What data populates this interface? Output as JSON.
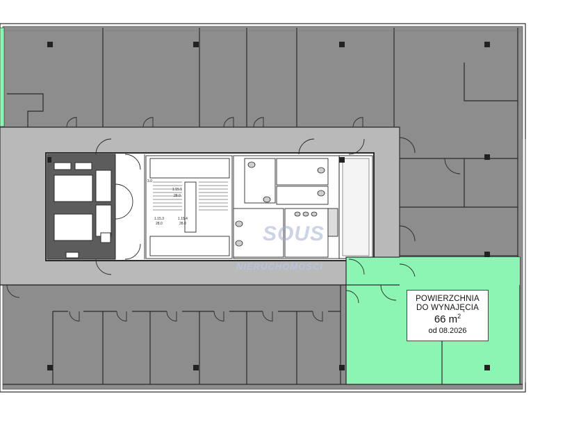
{
  "colors": {
    "office_fill": "#8d8d8d",
    "corridor_fill": "#b9b9b9",
    "available_fill": "#8cf5b3",
    "wall": "#2a2a2a",
    "core_fill": "#ffffff",
    "dark_cell": "#595959"
  },
  "rental_label": {
    "line1": "POWIERZCHNIA",
    "line2": "DO WYNAJĘCIA",
    "area_value": "66 m",
    "area_sup": "2",
    "available_from": "od 08.2026"
  },
  "watermark": {
    "logo_text": "SOUS",
    "text": "NIERUCHOMOŚCI"
  },
  "stair_labels": {
    "upper_code": "1.15.1",
    "upper_area": "28.0",
    "left_code": "1.15.3",
    "left_area": "28.0",
    "right_code": "1.15.4",
    "right_area": "28.0",
    "left_small": "3.0"
  },
  "icons": [
    "column-marker-icon",
    "door-swing-icon",
    "toilet-icon",
    "sink-icon",
    "elevator-icon",
    "stair-icon"
  ]
}
